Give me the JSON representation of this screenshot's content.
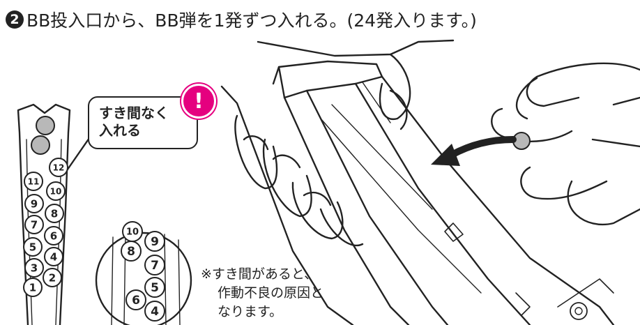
{
  "heading": {
    "step_number": "2",
    "text": "BB投入口から、BB弾を1発ずつ入れる。(24発入ります。)"
  },
  "callout": {
    "text": "すき間なく\n入れる",
    "badge": "!"
  },
  "colors": {
    "badge": "#e5007f",
    "bb_gray": "#b8b8b8",
    "line": "#222222"
  },
  "magazine_bbs": [
    "1",
    "2",
    "3",
    "4",
    "5",
    "6",
    "7",
    "8",
    "9",
    "10",
    "11",
    "12"
  ],
  "zoom_bbs": [
    "10",
    "9",
    "8",
    "7",
    "6",
    "5",
    "4"
  ],
  "note": {
    "line1": "※すき間があると、",
    "line2": "作動不良の原因と",
    "line3": "なります。"
  },
  "icons": [
    "exclamation-icon",
    "arrow-icon"
  ]
}
